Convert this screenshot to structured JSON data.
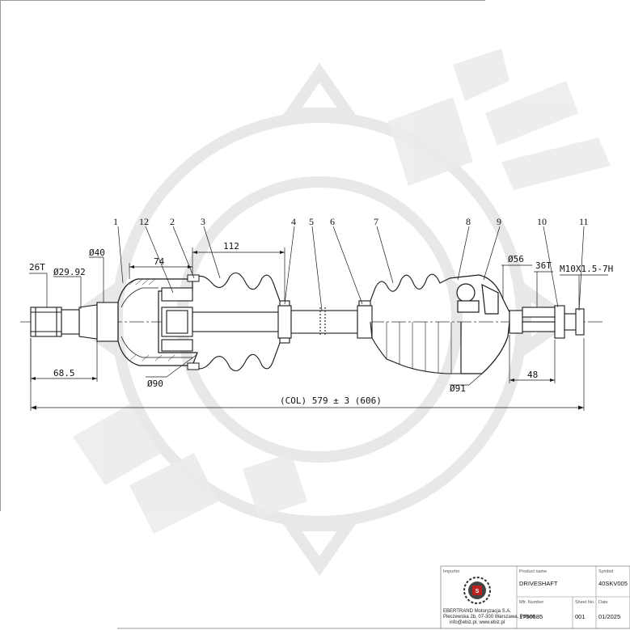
{
  "drawing": {
    "part_labels": [
      "1",
      "12",
      "2",
      "3",
      "4",
      "5",
      "6",
      "7",
      "8",
      "9",
      "10",
      "11"
    ],
    "dimensions": {
      "spline_left": "26T",
      "dia_left": "Ø29.92",
      "dia_40": "Ø40",
      "len_74": "74",
      "len_112": "112",
      "dia_56": "Ø56",
      "spline_right": "36T",
      "thread": "M10X1.5-7H",
      "len_68": "68.5",
      "dia_90": "Ø90",
      "len_48": "48",
      "dia_91": "Ø91",
      "overall": "(COL) 579 ± 3 (606)"
    }
  },
  "title_block": {
    "importer_label": "Importer",
    "importer_text": [
      "EBERTRAND Motoryzacja S.A.",
      "Pieczewska 2b, 07-300 Warszawa, Poland",
      "info@ebiz.pl, www.ebiz.pl"
    ],
    "product_name_label": "Product name",
    "product_name": "DRIVESHAFT",
    "symbol_label": "Symbol",
    "symbol": "40SKV005",
    "row2_labels": [
      "Mfr. Number",
      "Sheet No.",
      "Date"
    ],
    "row2_values": [
      "1750585",
      "001",
      "01/2025"
    ]
  },
  "colors": {
    "line": "#1a1a1a",
    "watermark": "#e6e6e6"
  },
  "icons": {
    "logo": "gear-logo-icon"
  }
}
